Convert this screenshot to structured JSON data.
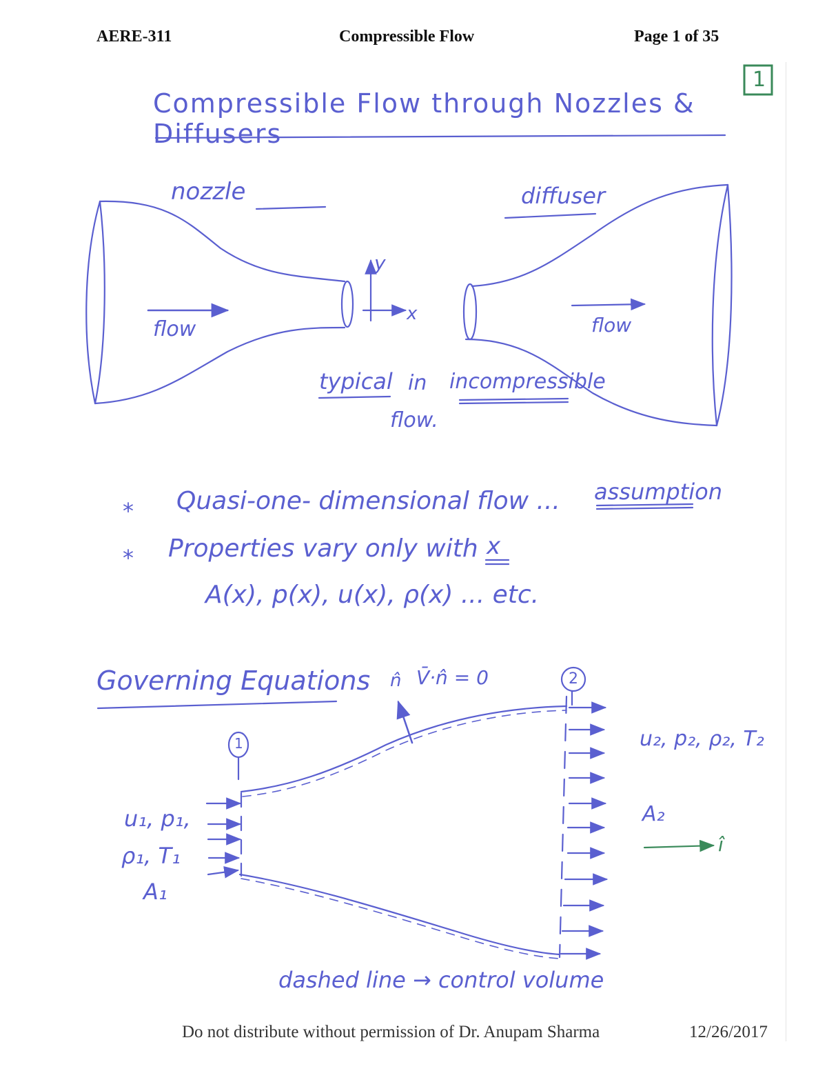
{
  "header": {
    "course": "AERE-311",
    "title": "Compressible Flow",
    "page": "Page 1 of 35"
  },
  "page_number_box": "1",
  "heading": "Compressible Flow through Nozzles & Diffusers",
  "sketch_top": {
    "nozzle_label": "nozzle",
    "diffuser_label": "diffuser",
    "nozzle_flow_label": "flow",
    "diffuser_flow_label": "flow",
    "axis_y": "y",
    "axis_x": "x",
    "note_line1_a": "typical",
    "note_line1_b": "in",
    "note_line1_c": "incompressible",
    "note_line2": "flow."
  },
  "bullets": [
    {
      "marker": "*",
      "text": "Quasi-one- dimensional flow ...",
      "tag": "assumption"
    },
    {
      "marker": "*",
      "text": "Properties vary only with",
      "var": "x"
    }
  ],
  "properties_line": "A(x), p(x), u(x), ρ(x) ... etc.",
  "governing": {
    "heading": "Governing Equations",
    "normal_label": "n̂",
    "normal_condition": "V̄·n̂ = 0",
    "station1": "1",
    "station2": "2",
    "inlet_vars_line1": "u₁, p₁,",
    "inlet_vars_line2": "ρ₁, T₁",
    "inlet_area": "A₁",
    "outlet_vars": "u₂, p₂, ρ₂, T₂",
    "outlet_area": "A₂",
    "axis_unit": "î",
    "caption": "dashed line → control volume"
  },
  "footer": {
    "notice": "Do not distribute without permission of Dr. Anupam Sharma",
    "date": "12/26/2017"
  },
  "colors": {
    "ink": "#5a5fd0",
    "green_ink": "#3a8a5a",
    "print": "#111111"
  }
}
